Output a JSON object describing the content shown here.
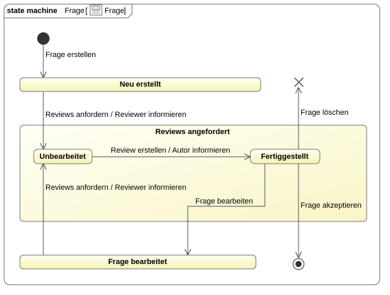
{
  "frame": {
    "keyword": "state machine",
    "name": "Frage",
    "bracket_open": "[",
    "icon": "class-icon",
    "icon_label": "Frage",
    "bracket_close": "]"
  },
  "states": {
    "neu_erstellt": "Neu erstellt",
    "reviews_angefordert": "Reviews angefordert",
    "unbearbeitet": "Unbearbeitet",
    "fertiggestellt": "Fertiggestellt",
    "frage_bearbeitet": "Frage bearbeitet"
  },
  "transitions": {
    "frage_erstellen": "Frage erstellen",
    "reviews_anfordern_1": "Reviews anfordern / Reviewer informieren",
    "review_erstellen": "Review erstellen / Autor informieren",
    "reviews_anfordern_2": "Reviews anfordern / Reviewer informieren",
    "frage_bearbeiten": "Frage bearbeiten",
    "frage_loeschen": "Frage löschen",
    "frage_akzeptieren": "Frage akzeptieren"
  },
  "colors": {
    "state_fill_light": "#fffff0",
    "state_fill_dark": "#fbf8c0",
    "stroke": "#555555"
  }
}
